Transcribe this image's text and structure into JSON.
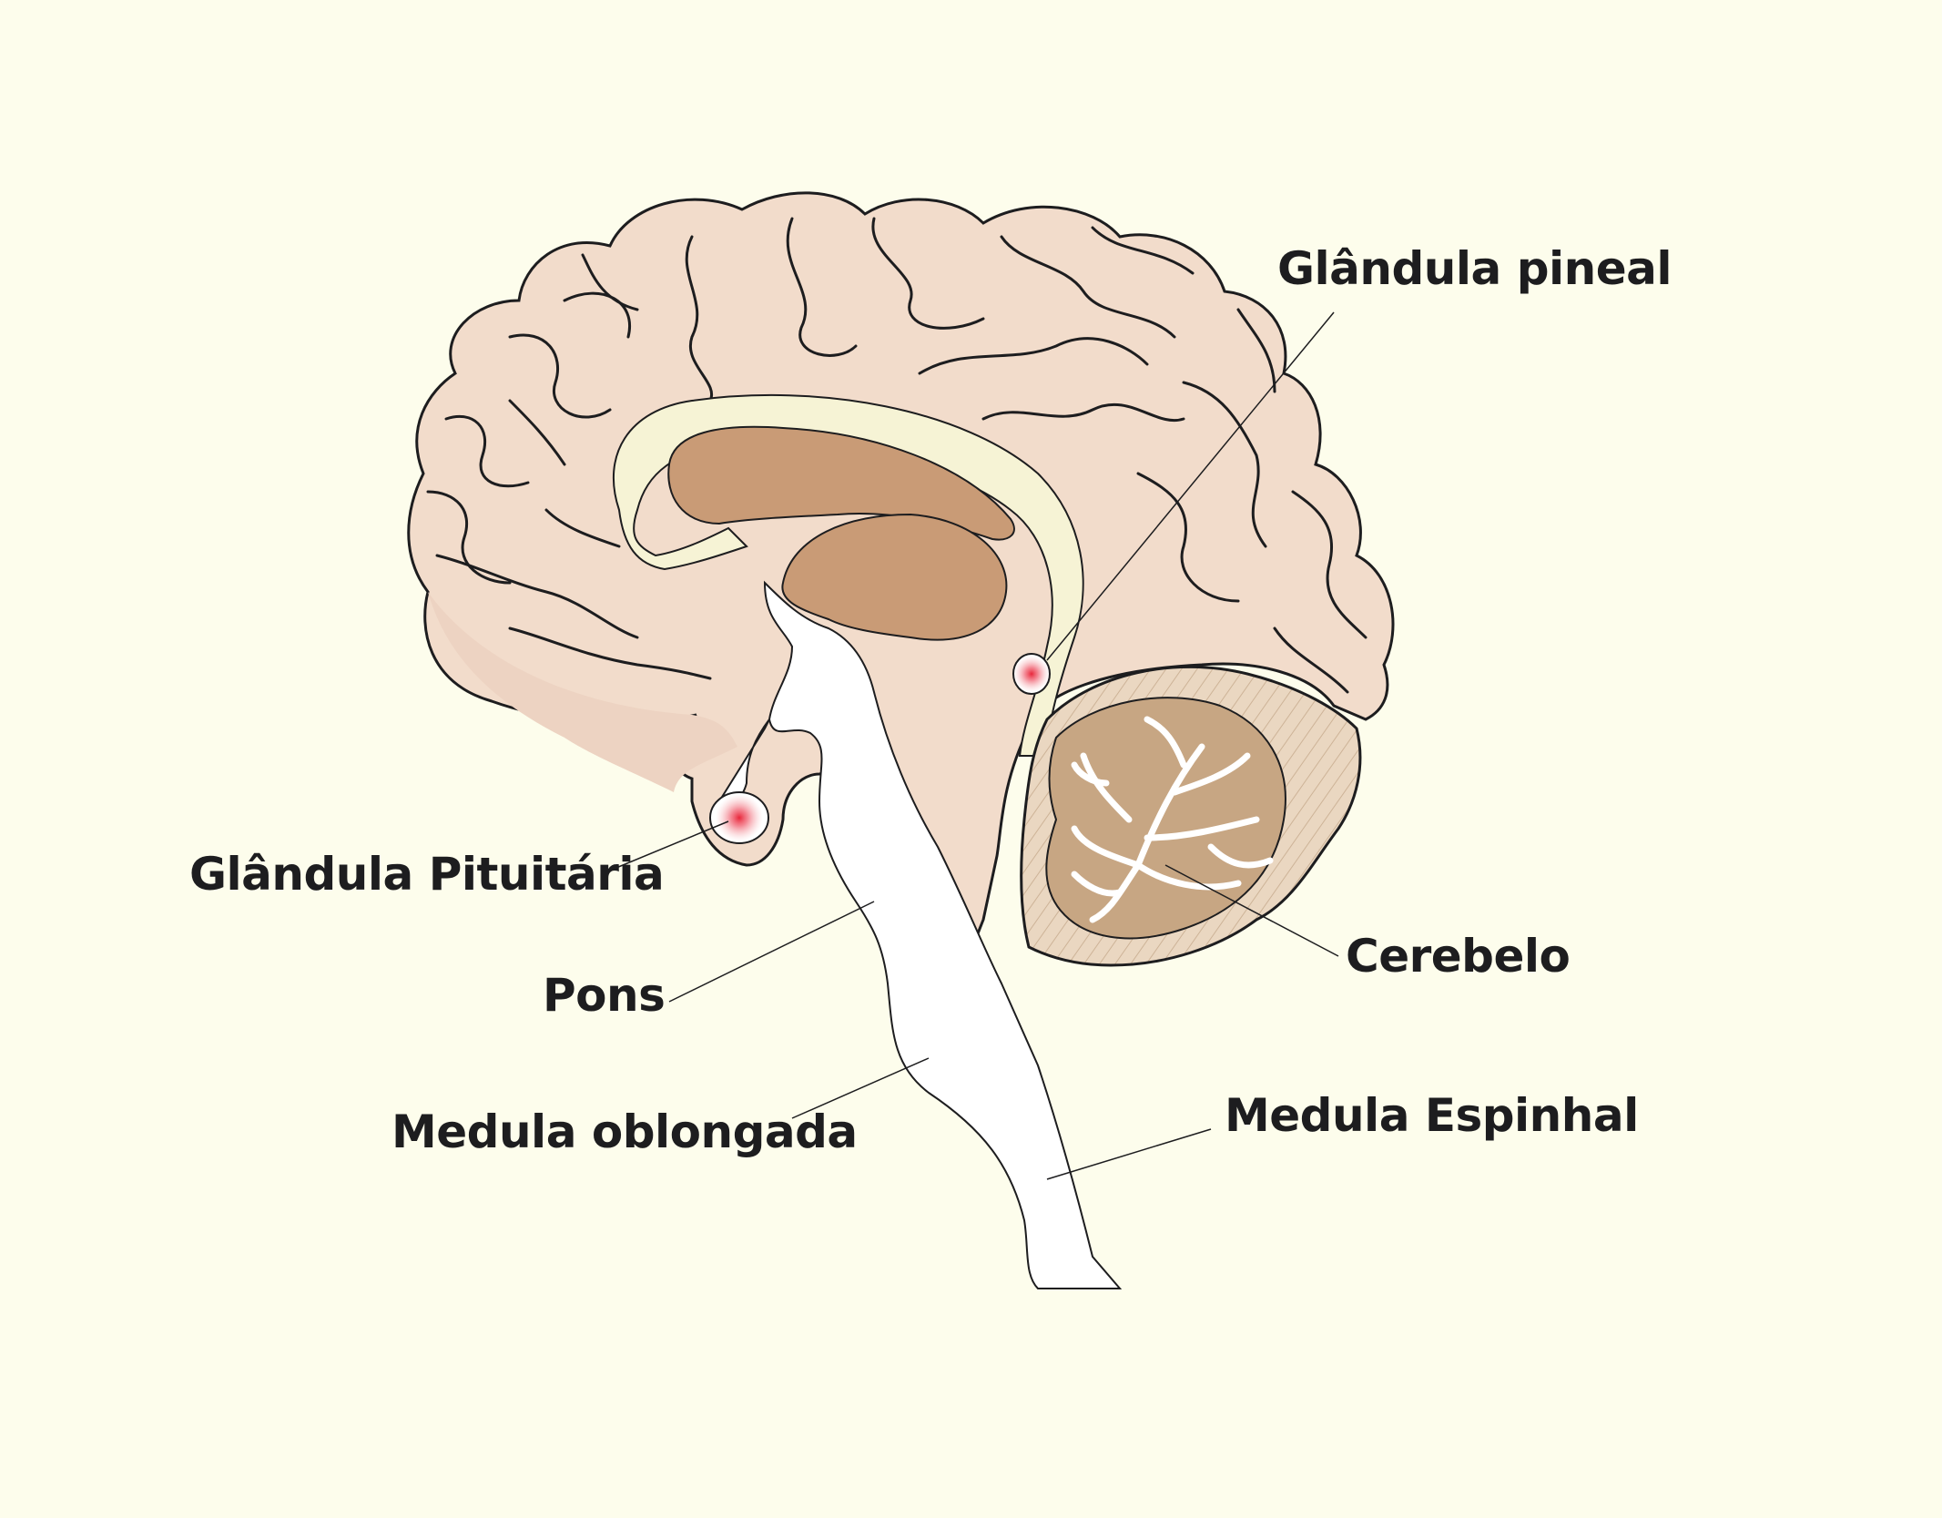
{
  "diagram": {
    "labels": {
      "pineal": "Glândula pineal",
      "pituitaria": "Glândula Pituitária",
      "pons": "Pons",
      "oblongada": "Medula oblongada",
      "cerebelo": "Cerebelo",
      "espinhal": "Medula Espinhal"
    },
    "colors": {
      "background": "#FDFDEC",
      "cerebrum": "#F2DCCB",
      "corpus_callosum": "#F6F3D5",
      "thalamus": "#C99B76",
      "brainstem": "#FFFFFF",
      "cerebellum": "#C7A683",
      "gland_highlight": "#E8263A",
      "outline": "#1d1d1f"
    }
  }
}
